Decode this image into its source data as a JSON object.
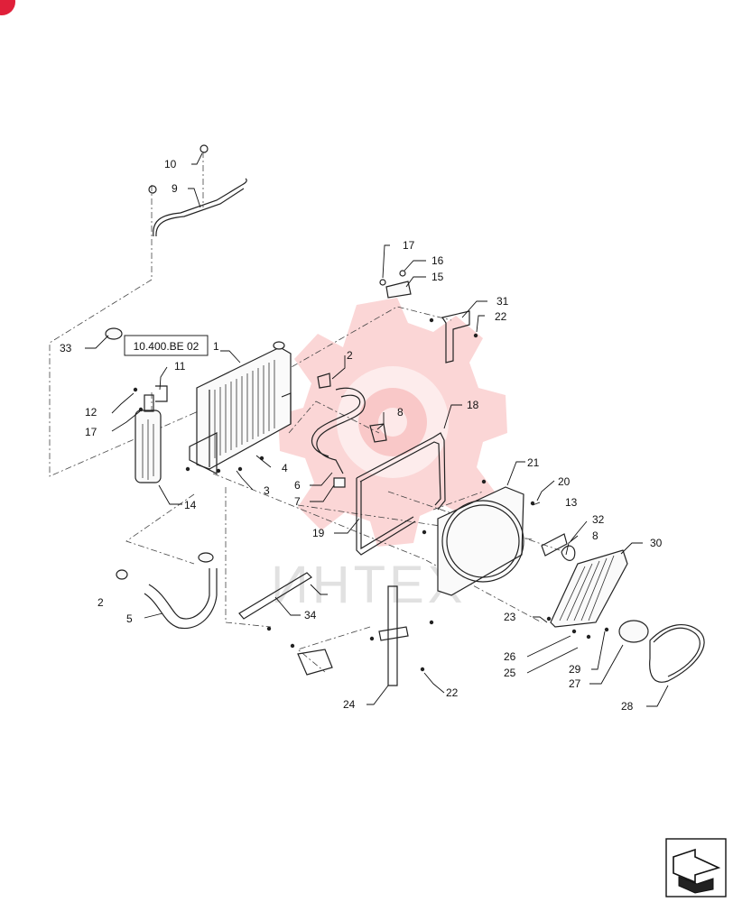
{
  "reference_box": {
    "label": "10.400.BE 02"
  },
  "watermark": {
    "text": "ИНТЕХ"
  },
  "callouts": [
    {
      "id": "c1",
      "label": "1"
    },
    {
      "id": "c2a",
      "label": "2"
    },
    {
      "id": "c2b",
      "label": "2"
    },
    {
      "id": "c3",
      "label": "3"
    },
    {
      "id": "c4",
      "label": "4"
    },
    {
      "id": "c5",
      "label": "5"
    },
    {
      "id": "c6",
      "label": "6"
    },
    {
      "id": "c7",
      "label": "7"
    },
    {
      "id": "c8a",
      "label": "8"
    },
    {
      "id": "c8b",
      "label": "8"
    },
    {
      "id": "c9",
      "label": "9"
    },
    {
      "id": "c10",
      "label": "10"
    },
    {
      "id": "c11",
      "label": "11"
    },
    {
      "id": "c12",
      "label": "12"
    },
    {
      "id": "c13",
      "label": "13"
    },
    {
      "id": "c14",
      "label": "14"
    },
    {
      "id": "c15",
      "label": "15"
    },
    {
      "id": "c16",
      "label": "16"
    },
    {
      "id": "c17a",
      "label": "17"
    },
    {
      "id": "c17b",
      "label": "17"
    },
    {
      "id": "c18",
      "label": "18"
    },
    {
      "id": "c19",
      "label": "19"
    },
    {
      "id": "c20",
      "label": "20"
    },
    {
      "id": "c21",
      "label": "21"
    },
    {
      "id": "c22a",
      "label": "22"
    },
    {
      "id": "c22b",
      "label": "22"
    },
    {
      "id": "c23",
      "label": "23"
    },
    {
      "id": "c24",
      "label": "24"
    },
    {
      "id": "c25",
      "label": "25"
    },
    {
      "id": "c26",
      "label": "26"
    },
    {
      "id": "c27",
      "label": "27"
    },
    {
      "id": "c28",
      "label": "28"
    },
    {
      "id": "c29",
      "label": "29"
    },
    {
      "id": "c30",
      "label": "30"
    },
    {
      "id": "c31",
      "label": "31"
    },
    {
      "id": "c32",
      "label": "32"
    },
    {
      "id": "c33",
      "label": "33"
    },
    {
      "id": "c34",
      "label": "34"
    }
  ],
  "colors": {
    "brand_red": "#e0203a",
    "watermark_red": "#f06b6b",
    "line": "#222222"
  },
  "icons": {
    "corner_logo": "brand-badge-icon",
    "nav": "next-page-arrow-icon"
  }
}
